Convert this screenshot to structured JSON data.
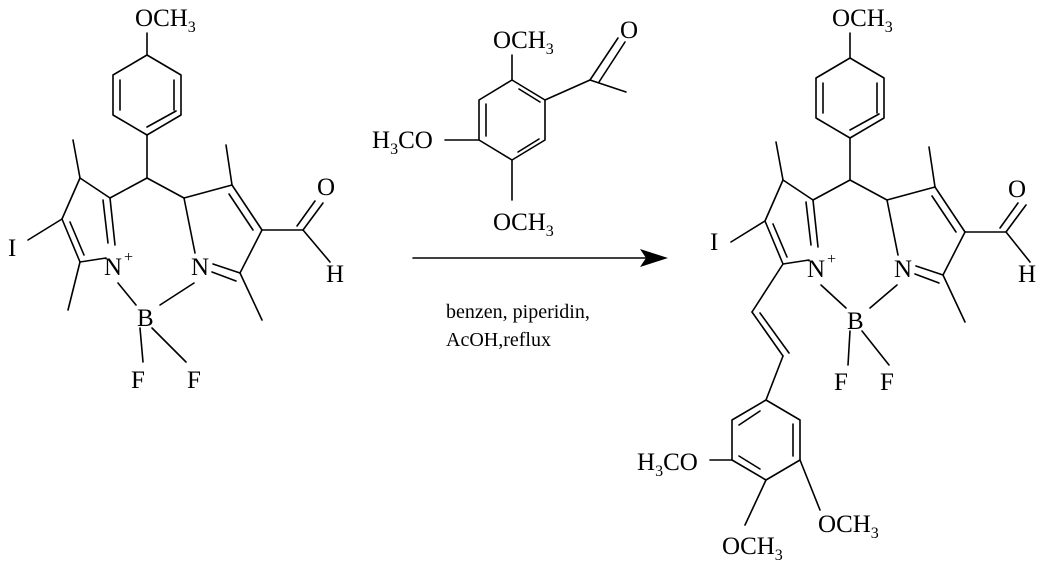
{
  "reactant": {
    "top_group": "OCH3",
    "iodo": "I",
    "n_plus": "N",
    "plus": "+",
    "n": "N",
    "boron": "B",
    "fluoro_left": "F",
    "fluoro_right": "F",
    "aldehyde_o": "O",
    "aldehyde_h": "H"
  },
  "reagent": {
    "top_group": "OCH3",
    "left_group": "H3CO",
    "bottom_group": "OCH3",
    "aldehyde_o": "O"
  },
  "conditions": {
    "line1": "benzen, piperidin,",
    "line2": "AcOH,reflux"
  },
  "product": {
    "top_group": "OCH3",
    "iodo": "I",
    "n_plus": "N",
    "plus": "+",
    "n": "N",
    "boron": "B",
    "fluoro_left": "F",
    "fluoro_right": "F",
    "aldehyde_o": "O",
    "aldehyde_h": "H",
    "styryl_left_group": "H3CO",
    "styryl_right_group": "OCH3",
    "styryl_bottom_group": "OCH3"
  }
}
